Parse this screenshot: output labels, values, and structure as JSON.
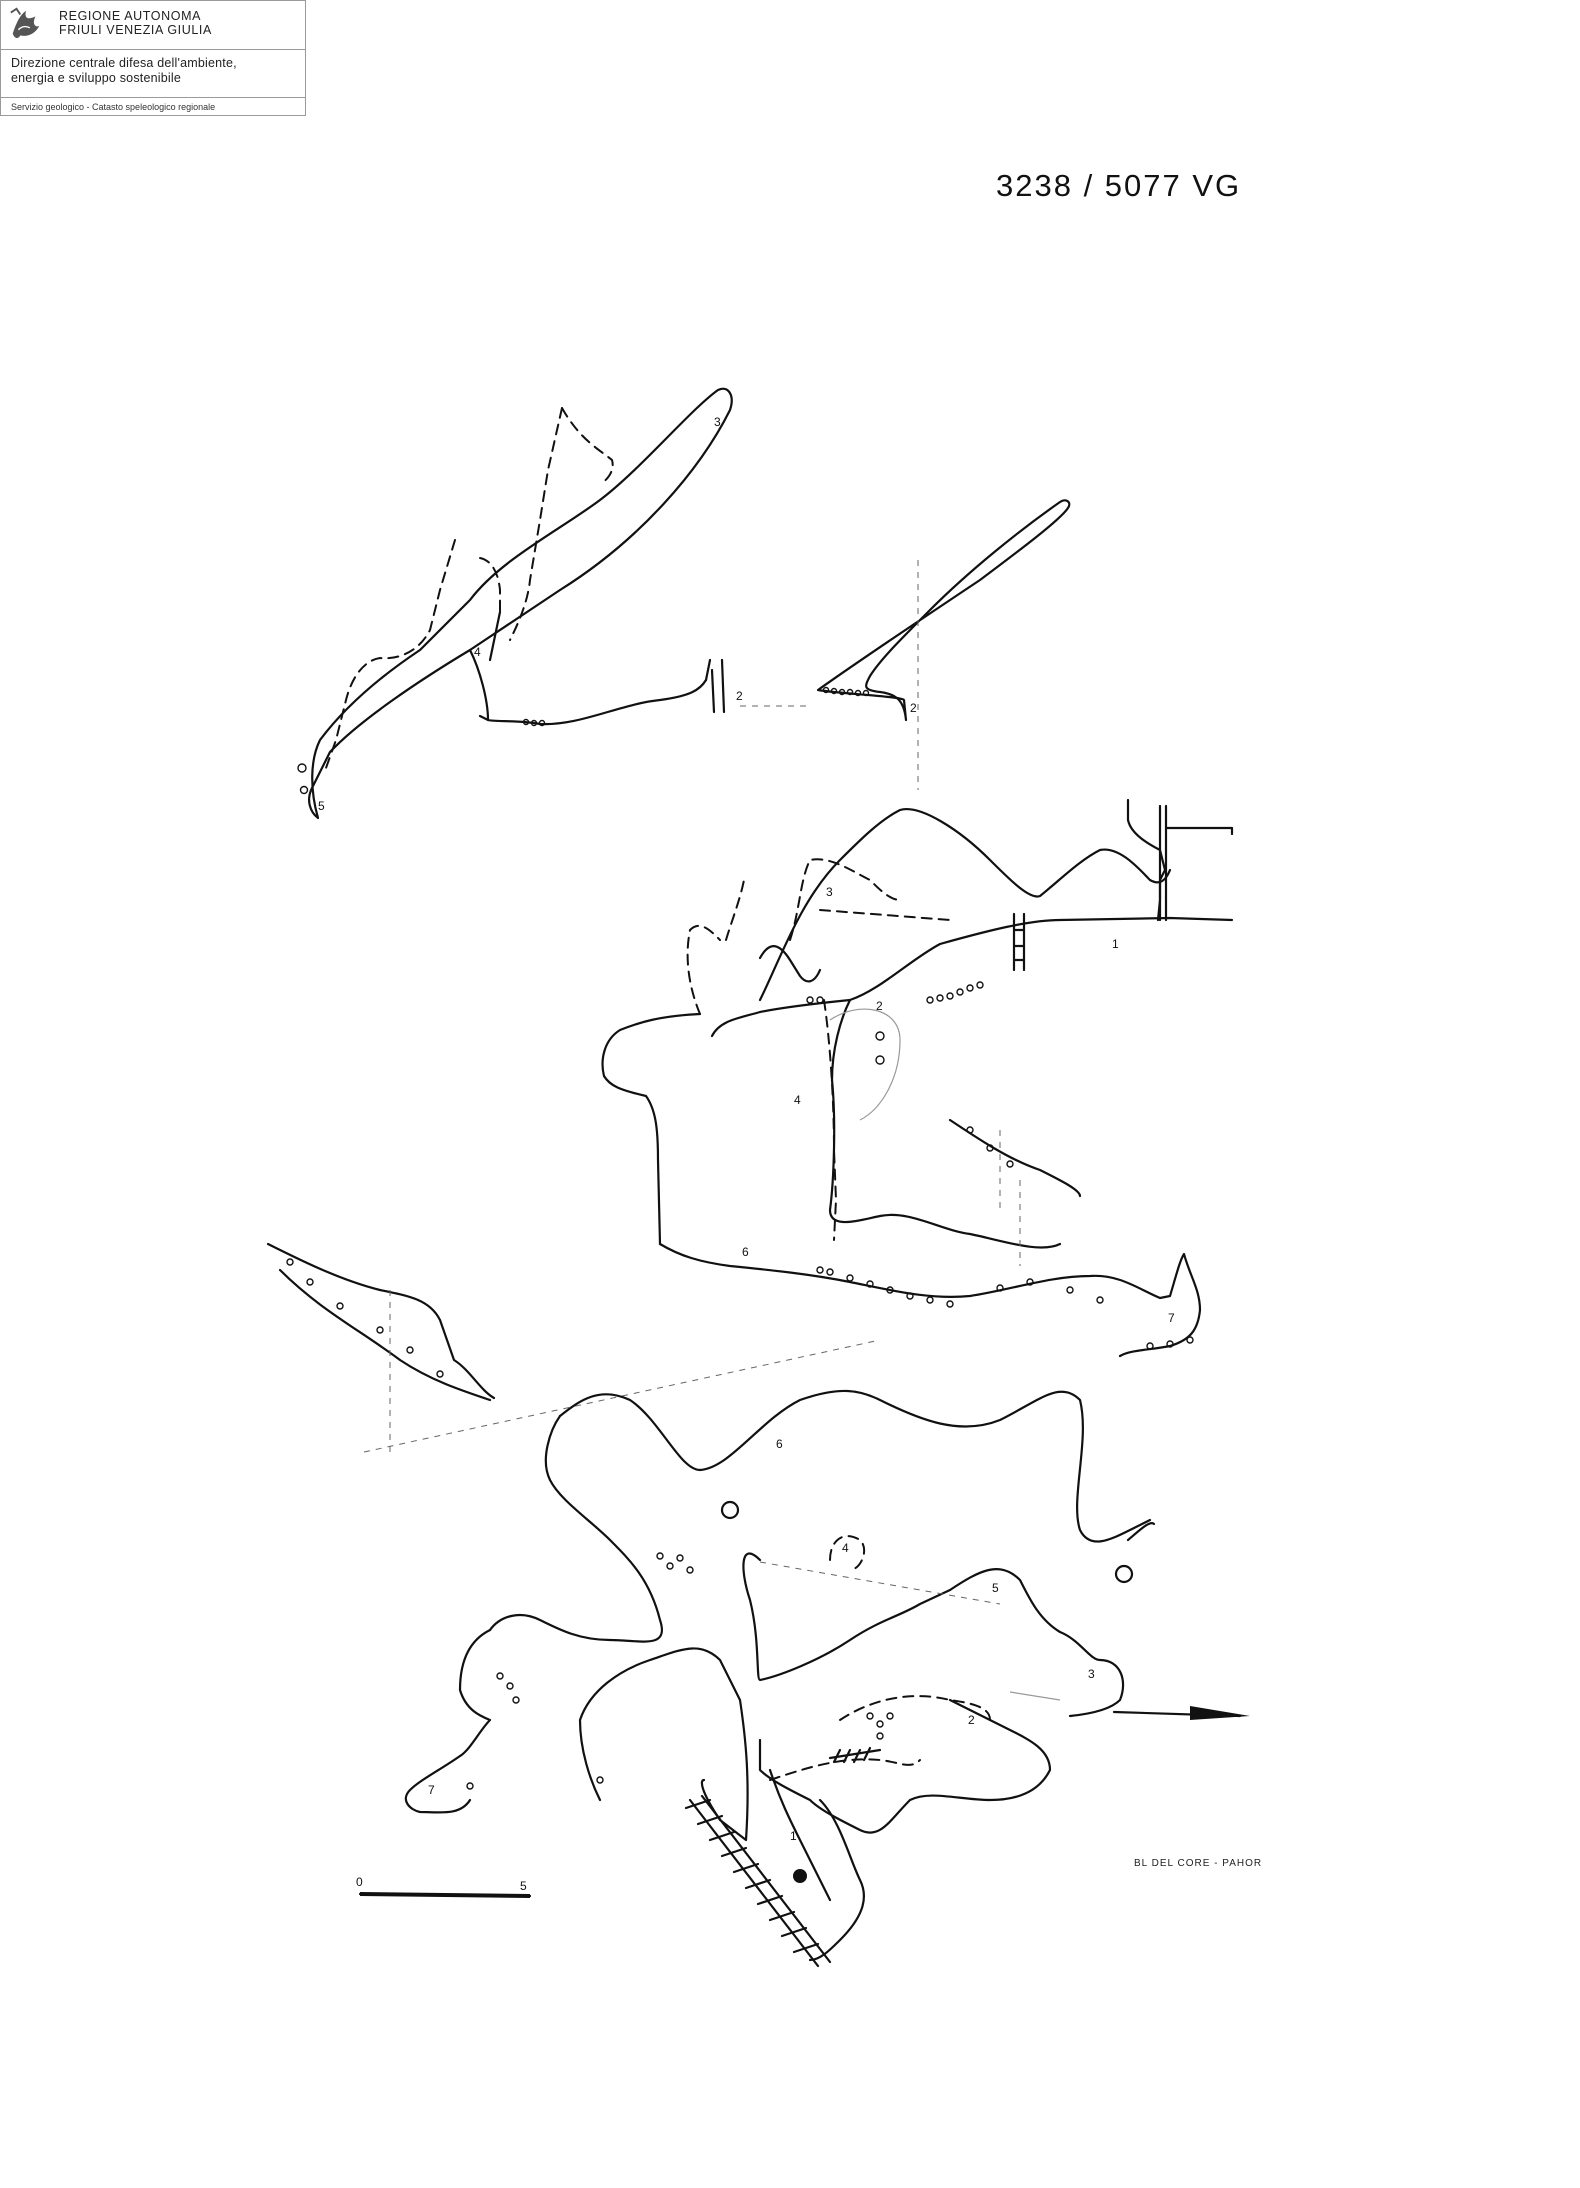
{
  "letterhead": {
    "org_line1": "REGIONE AUTONOMA",
    "org_line2": "FRIULI VENEZIA GIULIA",
    "dept_line1": "Direzione centrale difesa dell'ambiente,",
    "dept_line2": "energia e sviluppo sostenibile",
    "service": "Servizio geologico - Catasto speleologico regionale",
    "logo_icon": "eagle-emblem-icon"
  },
  "catalog_number": "3238 / 5077 VG",
  "credits": "BL DEL CORE - PAHOR",
  "scale_bar": {
    "start_label": "0",
    "end_label": "5"
  },
  "section_labels": {
    "upper_profile": [
      "3",
      "4",
      "5",
      "2",
      "2"
    ],
    "middle_profile": [
      "1",
      "2",
      "3",
      "4",
      "6",
      "7"
    ],
    "plan": [
      "1",
      "2",
      "3",
      "4",
      "5",
      "6",
      "7"
    ]
  },
  "icons": {
    "north_arrow": "north-arrow-icon",
    "entrance_marker": "entrance-dot-icon",
    "ladder": "ladder-icon"
  }
}
